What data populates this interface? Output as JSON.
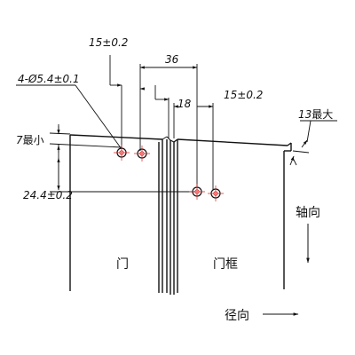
{
  "dimensions": {
    "hole_spec": "4-Ø5.4±0.1",
    "top_offset_left": "15±0.2",
    "center_spacing": "36",
    "gap_width": "18",
    "top_offset_right": "15±0.2",
    "max_thickness": "13",
    "max_thickness_suffix": "最大",
    "min_offset": "7",
    "min_offset_suffix": "最小",
    "vertical_offset": "24.4±0.2"
  },
  "labels": {
    "door": "门",
    "door_frame": "门框",
    "axial": "轴向",
    "radial": "径向"
  },
  "colors": {
    "line": "#111111",
    "hole_marker": "#e02020"
  }
}
